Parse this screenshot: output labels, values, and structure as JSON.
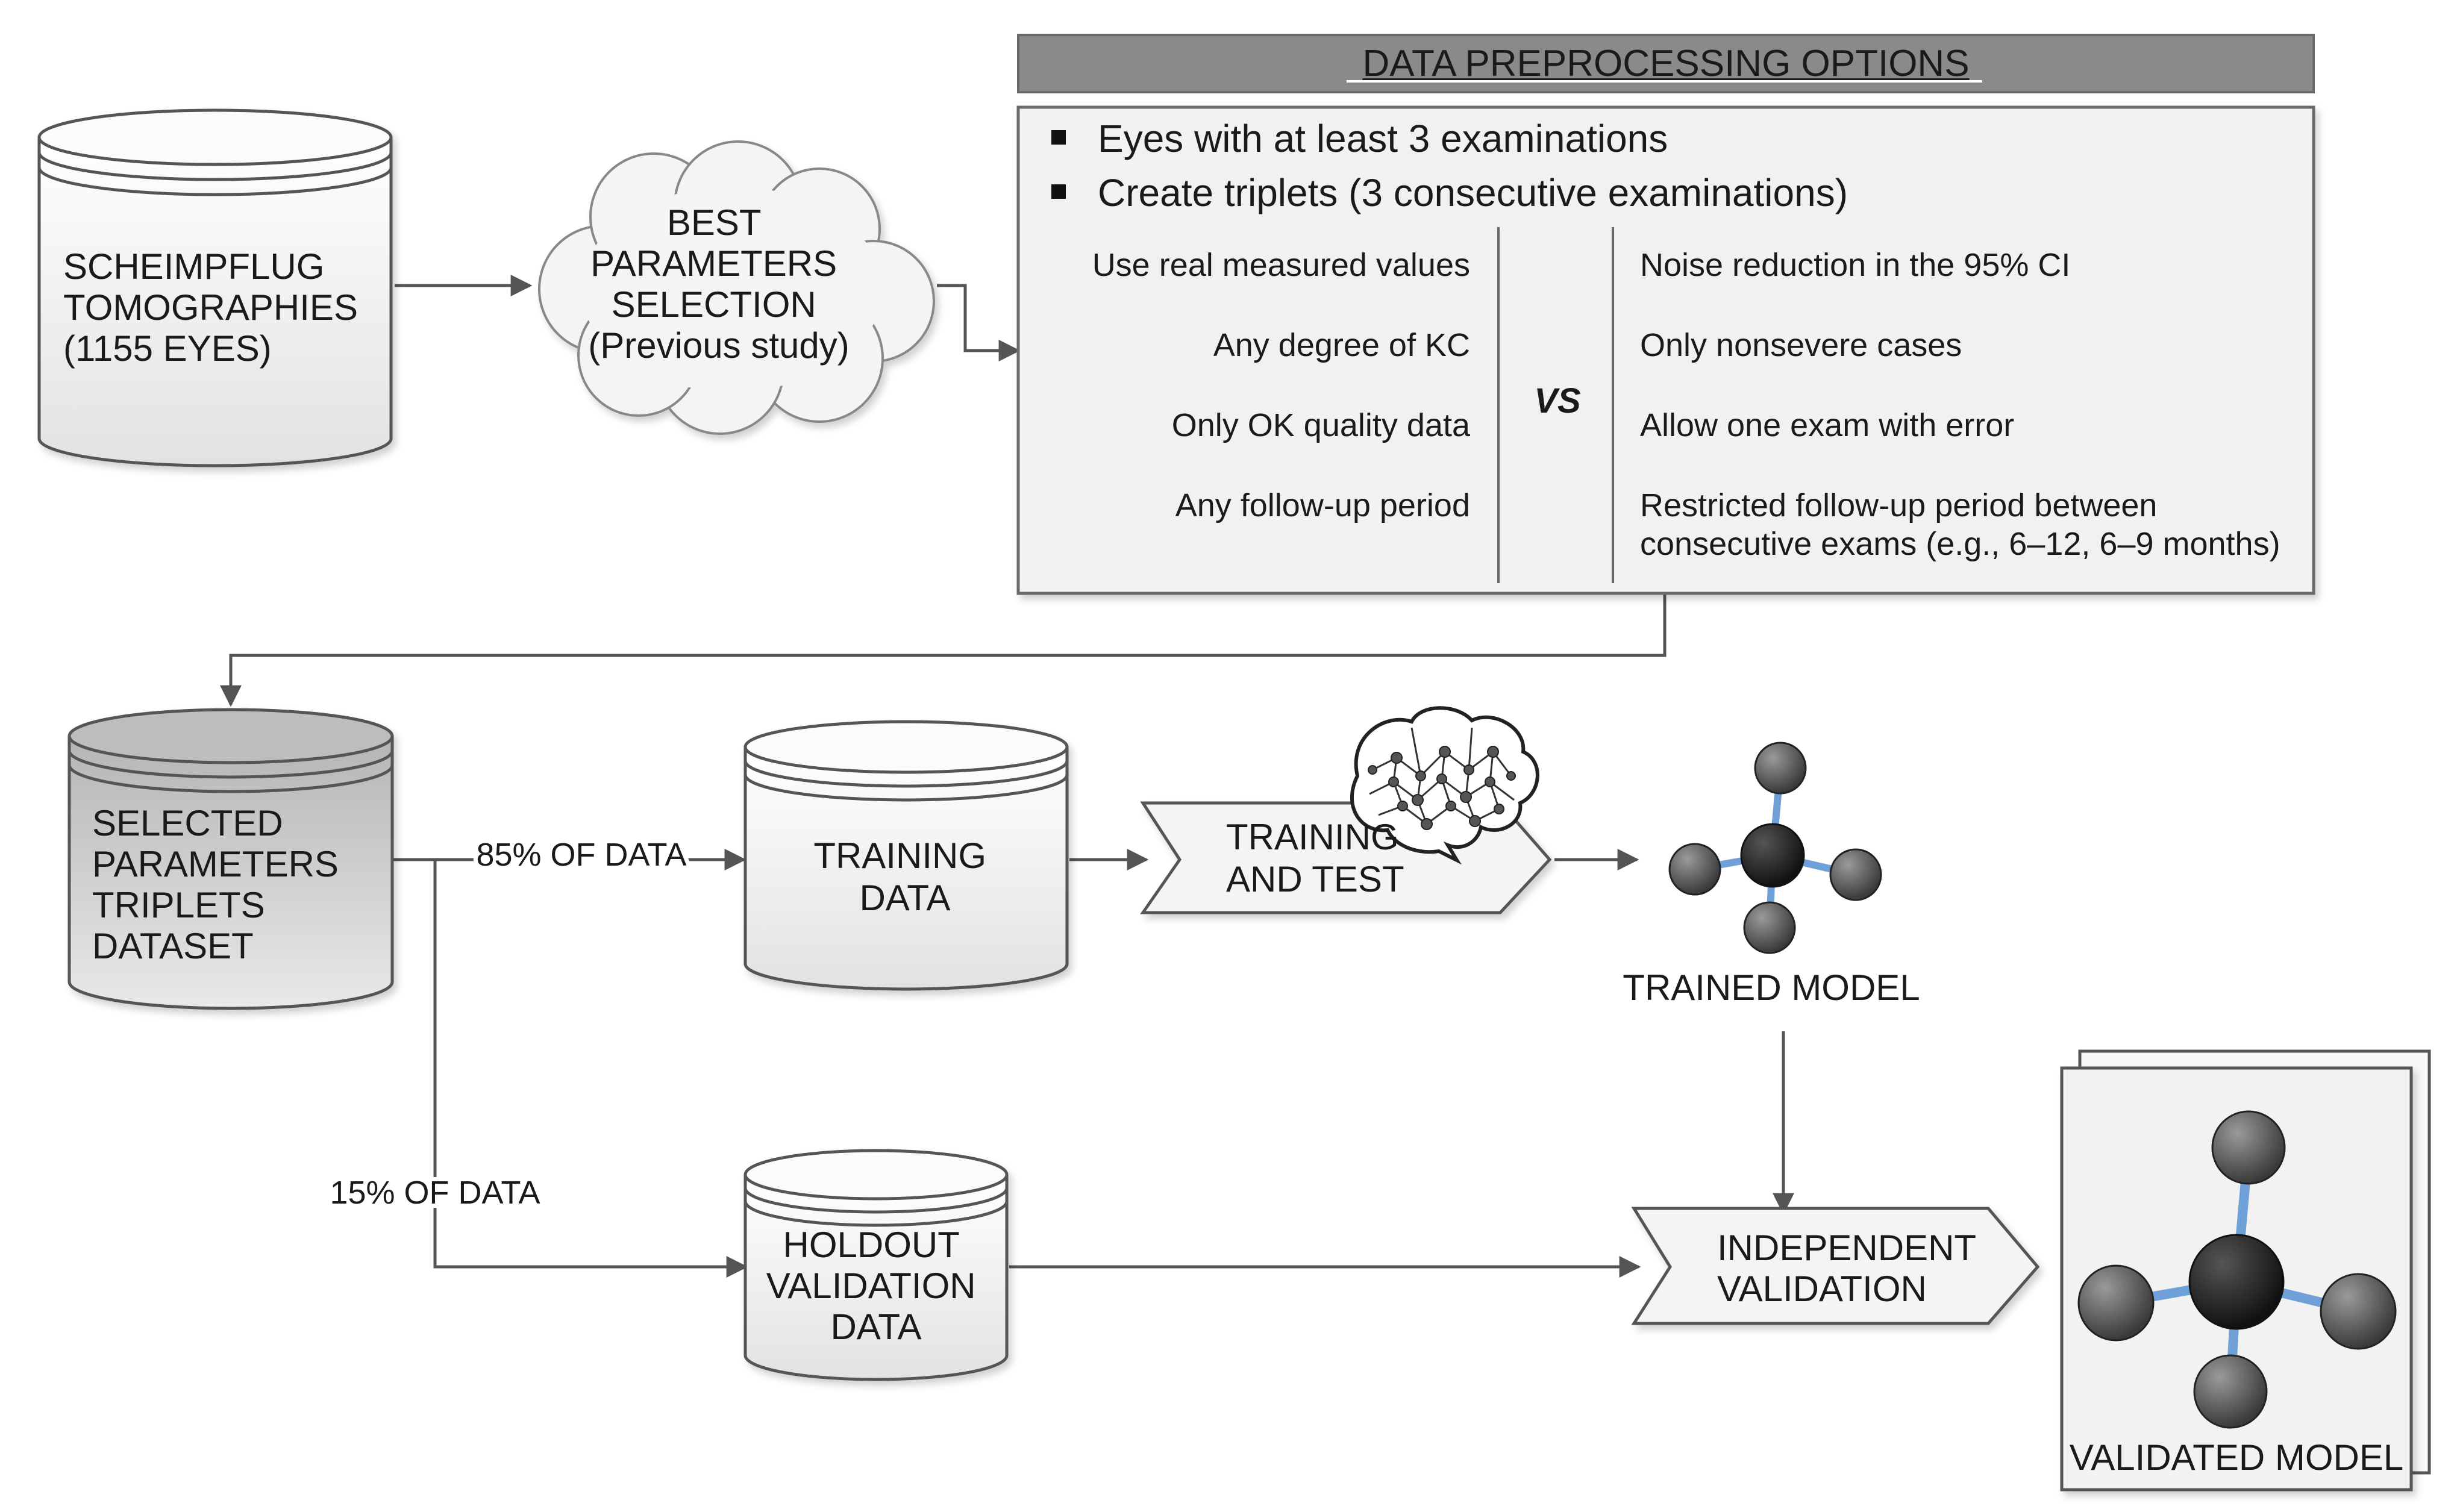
{
  "colors": {
    "stroke": "#555555",
    "panel_header": "#8a8a8a",
    "panel_header_text": "#ffffff",
    "panel_fill": "#f1f1f1",
    "db_fill": "#efefef",
    "db_fill_dark": "#c4c4c4",
    "atom": "#444444",
    "bond": "#6fa0d8"
  },
  "nodes": {
    "source_db": [
      "SCHEIMPFLUG",
      "TOMOGRAPHIES",
      "(1155 EYES)"
    ],
    "best_params_cloud": [
      "BEST",
      "PARAMETERS",
      "SELECTION",
      "(Previous study)"
    ],
    "selected_db": [
      "SELECTED",
      "PARAMETERS",
      "TRIPLETS",
      "DATASET"
    ],
    "training_db": [
      "TRAINING",
      "DATA"
    ],
    "holdout_db": [
      "HOLDOUT",
      "VALIDATION",
      "DATA"
    ],
    "training_step": [
      "TRAINING",
      "AND TEST"
    ],
    "validation_step": [
      "INDEPENDENT",
      "VALIDATION"
    ],
    "trained_model": "TRAINED MODEL",
    "validated_model": "VALIDATED MODEL"
  },
  "edges": {
    "train_split": "85% OF DATA",
    "holdout_split": "15% OF DATA"
  },
  "preprocessing": {
    "title": "DATA PREPROCESSING OPTIONS",
    "bullets": [
      "Eyes with at least 3 examinations",
      "Create triplets (3 consecutive examinations)"
    ],
    "vs_label": "VS",
    "left_options": [
      "Use real measured values",
      "Any degree of KC",
      "Only OK quality data",
      "Any follow-up period"
    ],
    "right_options": [
      [
        "Noise reduction in the 95% CI"
      ],
      [
        "Only nonsevere cases"
      ],
      [
        "Allow one exam with error"
      ],
      [
        "Restricted follow-up period between",
        "consecutive exams (e.g., 6–12, 6–9 months)"
      ]
    ]
  }
}
